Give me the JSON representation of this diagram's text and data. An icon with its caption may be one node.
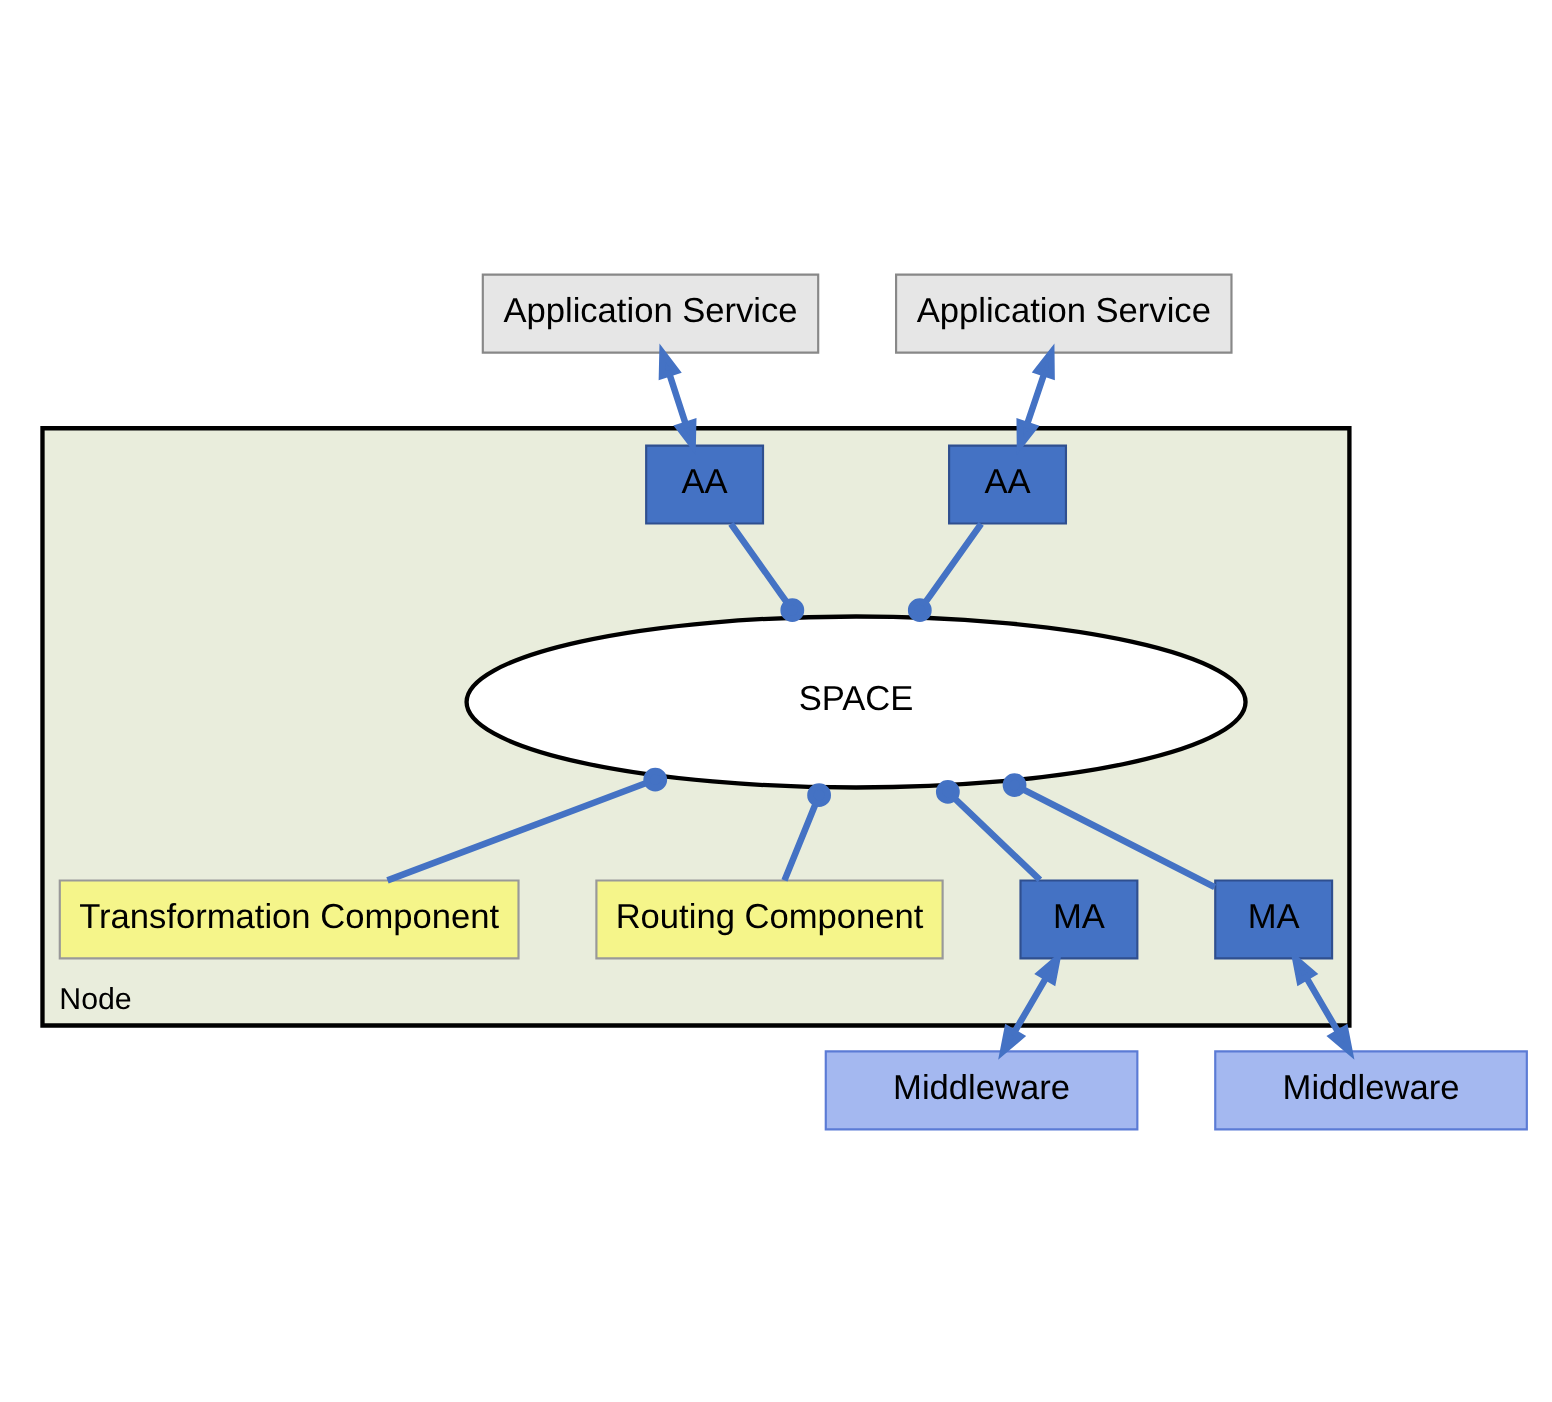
{
  "diagram": {
    "nodes": [
      {
        "text": [
          "Node"
        ]
      },
      {
        "text": [
          "Application Service"
        ]
      },
      {
        "text": [
          "Application Service"
        ]
      },
      {
        "text": [
          "AA"
        ],
        "in": 0
      },
      {
        "text": [
          "AA"
        ],
        "in": 0
      },
      {
        "text": [
          "SPACE"
        ],
        "in": 0
      },
      {
        "text": [
          "Transformation Component"
        ],
        "in": 0
      },
      {
        "text": [
          "Routing Component"
        ],
        "in": 0
      },
      {
        "text": [
          "MA"
        ],
        "in": 0
      },
      {
        "text": [
          "MA"
        ],
        "in": 0
      },
      {
        "text": [
          "Middleware"
        ]
      },
      {
        "text": [
          "Middleware"
        ]
      }
    ],
    "edges": [
      {
        "from": 1,
        "to": 3,
        "arrow": "both"
      },
      {
        "from": 2,
        "to": 4,
        "arrow": "both"
      },
      {
        "from": 3,
        "to": 5,
        "arrow": "other"
      },
      {
        "from": 4,
        "to": 5,
        "arrow": "other"
      },
      {
        "from": 5,
        "to": 6,
        "arrow": "other"
      },
      {
        "from": 5,
        "to": 7,
        "arrow": "other"
      },
      {
        "from": 5,
        "to": 8,
        "arrow": "other"
      },
      {
        "from": 5,
        "to": 9,
        "arrow": "other"
      },
      {
        "from": 8,
        "to": 10,
        "arrow": "both"
      },
      {
        "from": 9,
        "to": 11,
        "arrow": "both"
      }
    ]
  }
}
